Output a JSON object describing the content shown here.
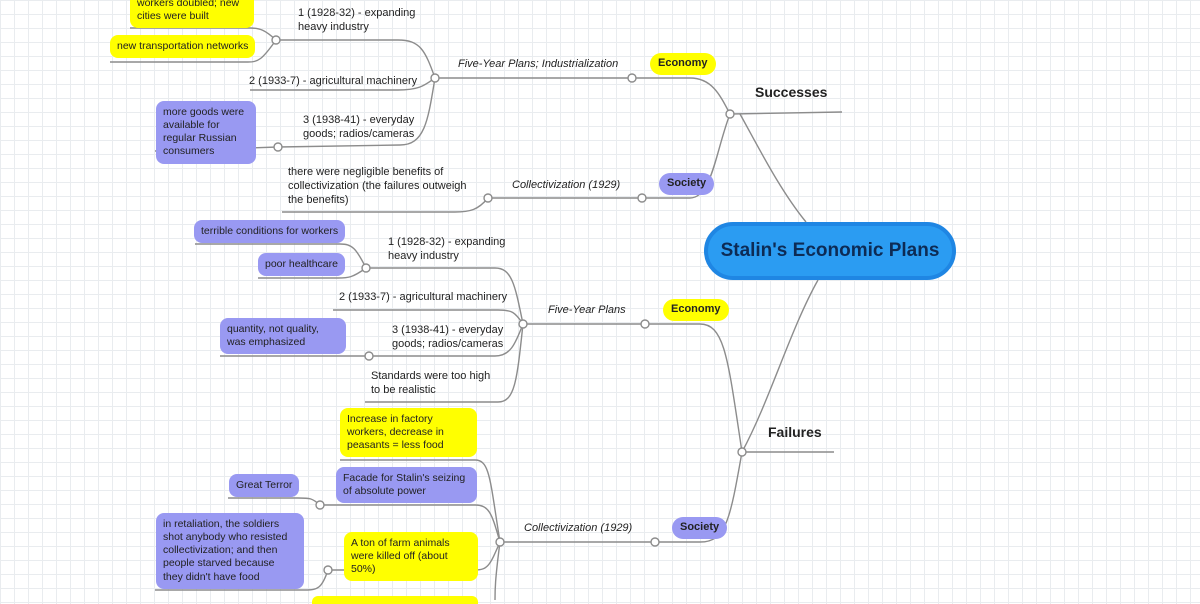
{
  "root": "Stalin's Economic Plans",
  "branches": {
    "successes": "Successes",
    "failures": "Failures"
  },
  "successes": {
    "economy": {
      "tag": "Economy",
      "topic": "Five-Year Plans; Industrialization",
      "plan1": "1 (1928-32) - expanding heavy industry",
      "plan1_notes": [
        "workers doubled; new cities were built",
        "new transportation networks"
      ],
      "plan2": "2 (1933-7) - agricultural machinery",
      "plan3": "3 (1938-41) - everyday goods; radios/cameras",
      "plan3_note": "more goods were available for regular Russian consumers"
    },
    "society": {
      "tag": "Society",
      "topic": "Collectivization (1929)",
      "note": "there were negligible benefits of collectivization (the failures outweigh the benefits)"
    }
  },
  "failures": {
    "economy": {
      "tag": "Economy",
      "topic": "Five-Year Plans",
      "plan1": "1 (1928-32) - expanding heavy industry",
      "plan1_notes": [
        "terrible conditions for workers",
        "poor healthcare"
      ],
      "plan2": "2 (1933-7) - agricultural machinery",
      "plan3": "3 (1938-41) - everyday goods; radios/cameras",
      "plan3_note": "quantity, not quality, was emphasized",
      "standards": "Standards were too high to be realistic"
    },
    "society": {
      "tag": "Society",
      "topic": "Collectivization (1929)",
      "item1": "Increase in factory workers, decrease in peasants = less food",
      "item2": "Facade for Stalin's seizing of absolute power",
      "item2_note": "Great Terror",
      "item3": "A ton of farm animals were killed off (about 50%)",
      "item3_note": "in retaliation, the soldiers shot anybody who resisted collectivization; and then people starved because they didn't have food"
    }
  },
  "colors": {
    "root_fill": "#2b9cf2",
    "yellow": "#ffff00",
    "purple": "#9999f2",
    "line": "#8c8c8c"
  }
}
